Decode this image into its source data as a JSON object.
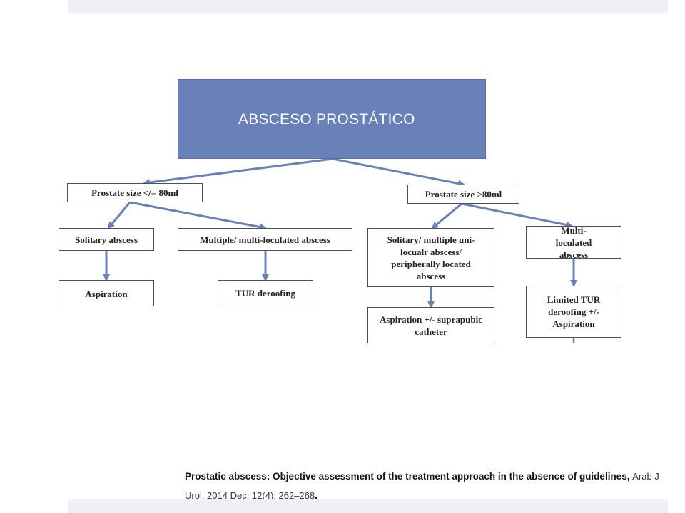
{
  "diagram": {
    "title": "ABSCESO PROSTÁTICO",
    "nodes": {
      "size_small": "Prostate size </= 80ml",
      "size_large": "Prostate size >80ml",
      "solitary_abscess": "Solitary abscess",
      "multiple_abscess": "Multiple/ multi-loculated abscess",
      "solitary_multiple_unilocular": "Solitary/ multiple uni-locualr abscess/ peripherally located abscess",
      "multi_loculated": "Multi-loculated abscess",
      "aspiration": "Aspiration",
      "tur_deroofing": "TUR deroofing",
      "aspiration_catheter": "Aspiration +/- suprapubic catheter",
      "limited_tur": "Limited TUR deroofing +/- Aspiration"
    },
    "arrow_color": "#6a80b8",
    "title_color": "#6a80b8"
  },
  "citation": {
    "title": "Prostatic abscess: Objective assessment of the treatment approach in the absence of guidelines",
    "source": "Arab J Urol. 2014 Dec; 12(4): 262–268"
  }
}
